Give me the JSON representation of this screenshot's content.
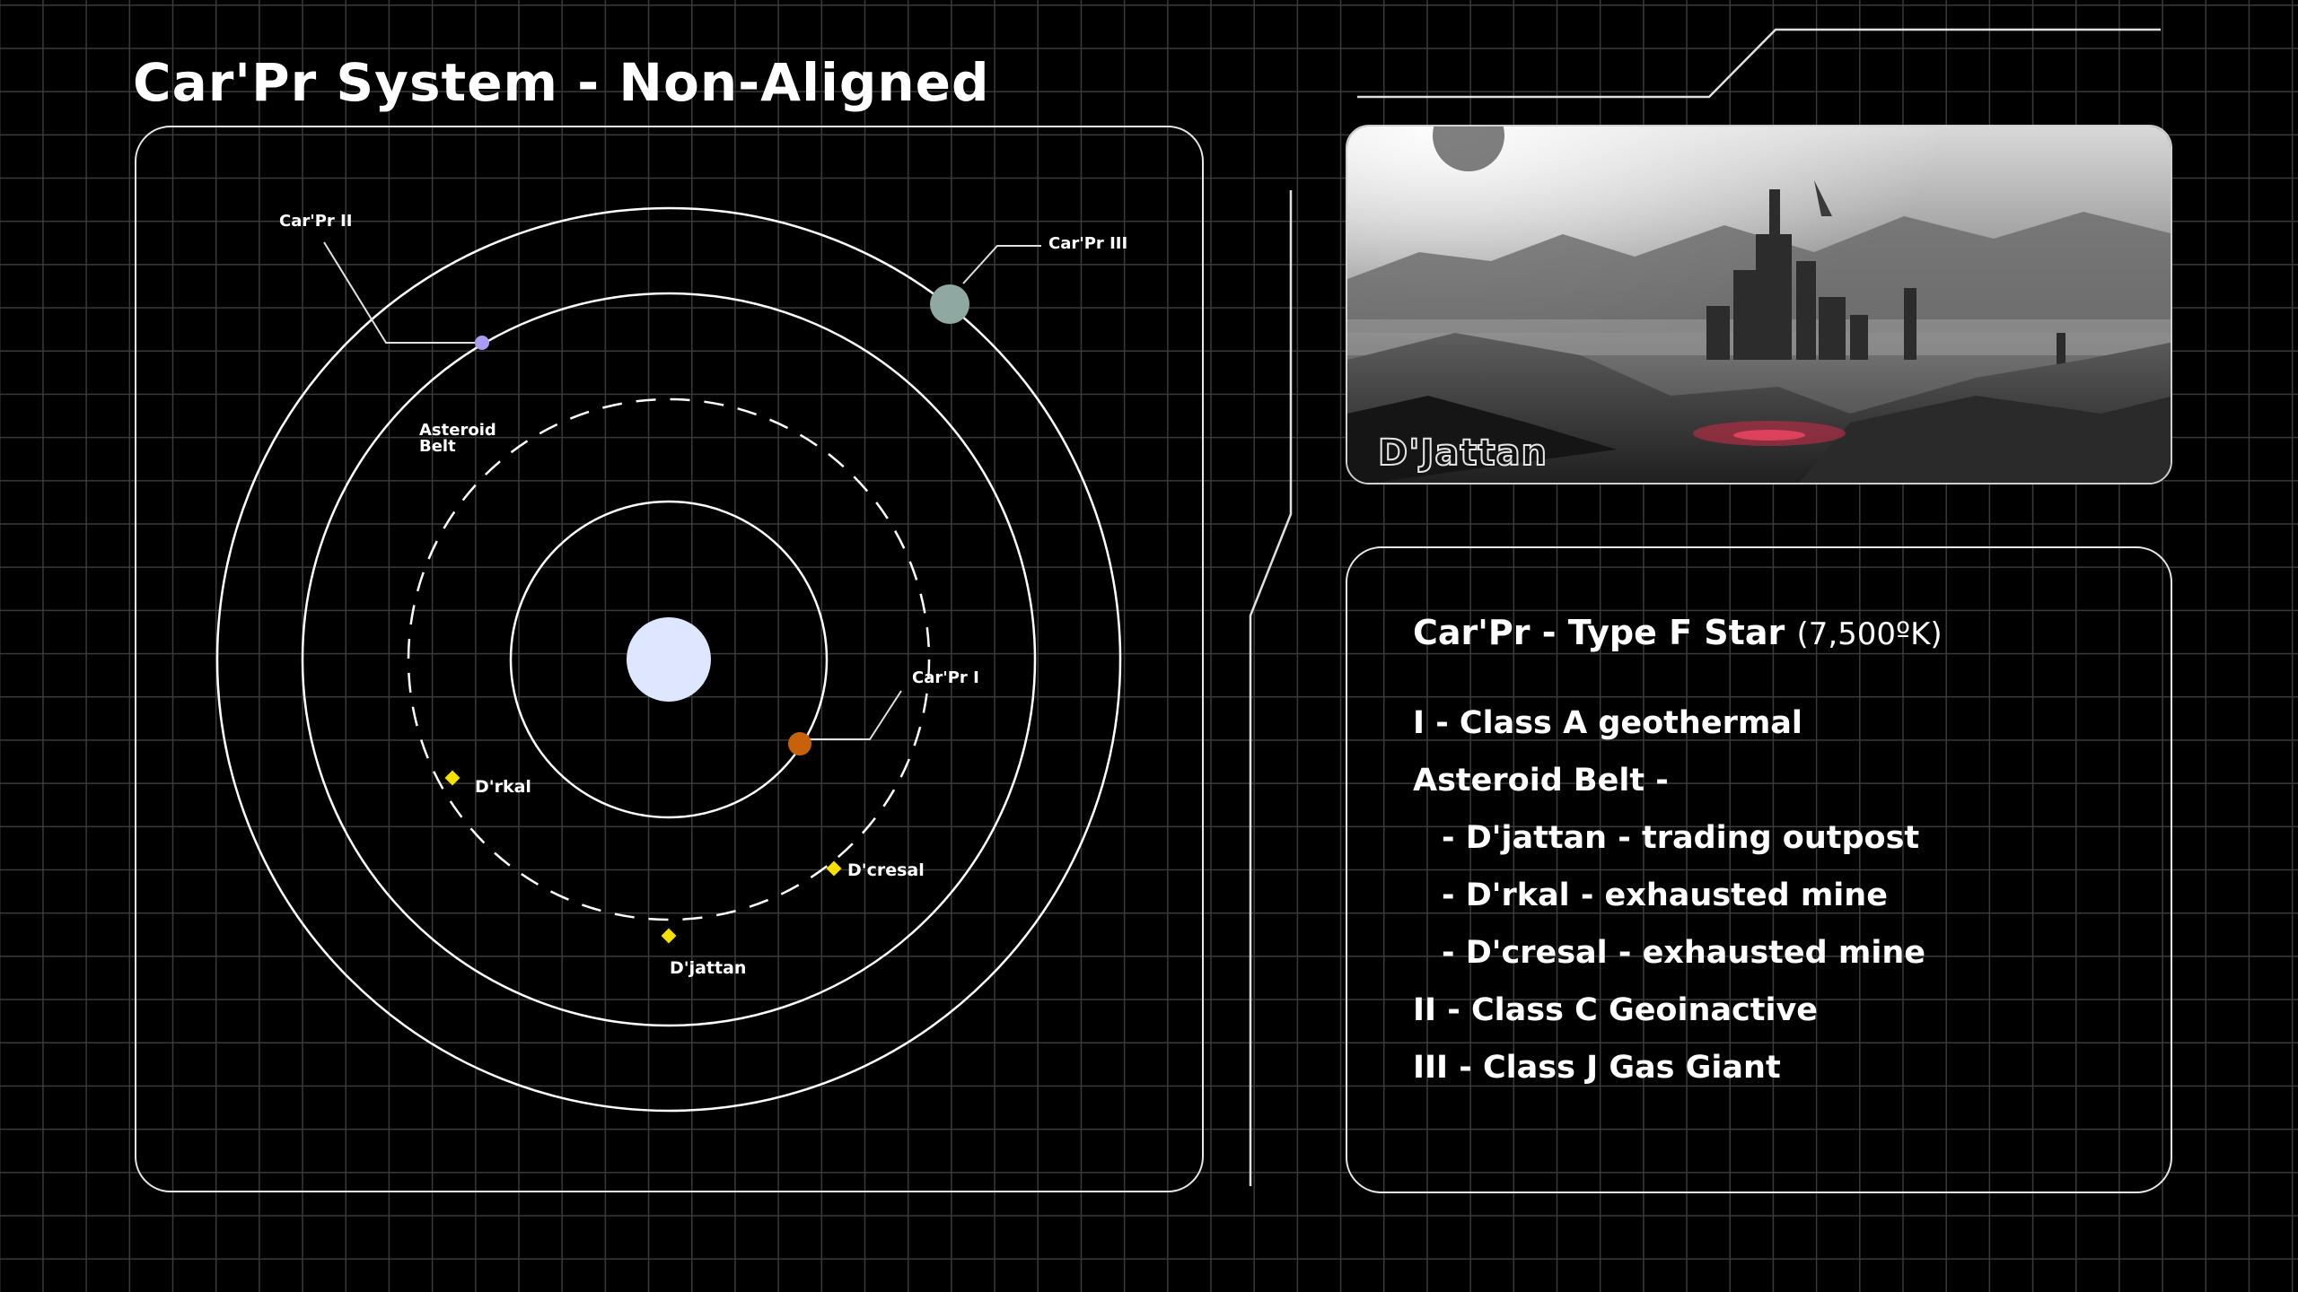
{
  "header": {
    "title": "Car'Pr System - Non-Aligned"
  },
  "system_map": {
    "labels": {
      "planet_1": "Car'Pr I",
      "planet_2": "Car'Pr II",
      "planet_3": "Car'Pr III",
      "asteroid_belt_line1": "Asteroid",
      "asteroid_belt_line2": "Belt",
      "outpost_djattan": "D'jattan",
      "outpost_drkal": "D'rkal",
      "outpost_dcresal": "D'cresal"
    },
    "colors": {
      "star": "#dfe6ff",
      "planet_1": "#c8620a",
      "planet_2": "#a99cf2",
      "planet_3": "#8fa8a2",
      "asteroid_marker": "#f5e000",
      "orbit": "#ffffff"
    }
  },
  "location_image": {
    "caption": "D'Jattan"
  },
  "info": {
    "heading": "Car'Pr - Type F Star",
    "heading_temp": "(7,500ºK)",
    "items": [
      {
        "text": "I - Class A geothermal",
        "indent": false
      },
      {
        "text": "Asteroid Belt -",
        "indent": false
      },
      {
        "text": "- D'jattan - trading outpost",
        "indent": true
      },
      {
        "text": "- D'rkal - exhausted mine",
        "indent": true
      },
      {
        "text": "- D'cresal - exhausted mine",
        "indent": true
      },
      {
        "text": "II - Class C Geoinactive",
        "indent": false
      },
      {
        "text": "III - Class J Gas Giant",
        "indent": false
      }
    ]
  }
}
